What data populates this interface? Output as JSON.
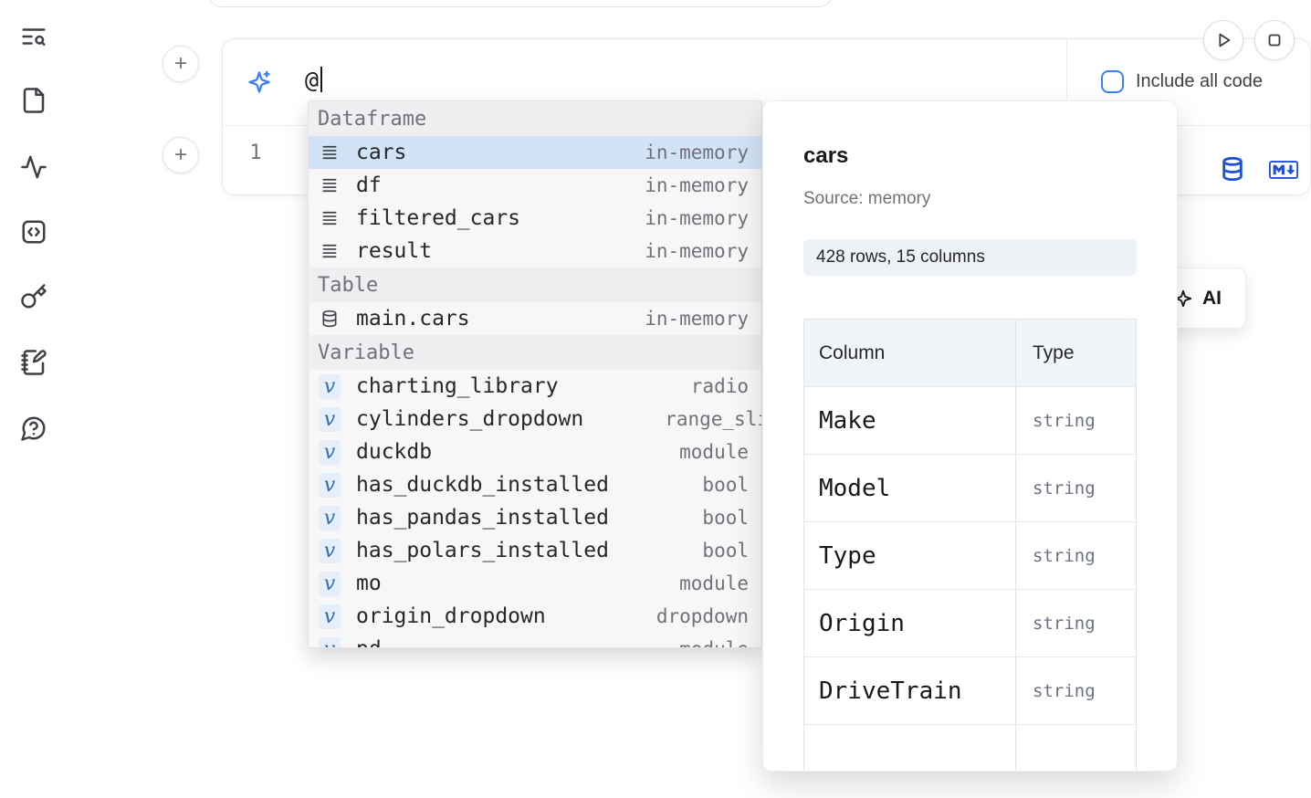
{
  "colors": {
    "accent_blue": "#3b82f6",
    "selection_blue": "#d2e3f6",
    "icon_blue": "#1d4fd8"
  },
  "sidebar": {
    "items": [
      {
        "icon": "toc-search-icon"
      },
      {
        "icon": "file-icon"
      },
      {
        "icon": "activity-icon"
      },
      {
        "icon": "snippets-code-icon"
      },
      {
        "icon": "key-icon"
      },
      {
        "icon": "scratchpad-notebook-icon"
      },
      {
        "icon": "help-chat-icon"
      }
    ]
  },
  "add_cell": {
    "label": "+"
  },
  "run_controls": {
    "play_icon": "run-icon",
    "stop_icon": "stop-icon"
  },
  "prompt": {
    "value": "@",
    "include_all_code_label": "Include all code",
    "include_all_code_checked": false,
    "sparkle_icon": "ai-sparkle-icon"
  },
  "code_cell": {
    "line_number": "1",
    "database_icon": "database-icon",
    "markdown_icon": "markdown-icon"
  },
  "completion": {
    "sections": [
      {
        "label": "Dataframe",
        "items": [
          {
            "icon": "dataframe-icon",
            "label": "cars",
            "detail": "in-memory",
            "selected": true
          },
          {
            "icon": "dataframe-icon",
            "label": "df",
            "detail": "in-memory"
          },
          {
            "icon": "dataframe-icon",
            "label": "filtered_cars",
            "detail": "in-memory"
          },
          {
            "icon": "dataframe-icon",
            "label": "result",
            "detail": "in-memory"
          }
        ]
      },
      {
        "label": "Table",
        "items": [
          {
            "icon": "table-icon",
            "label": "main.cars",
            "detail": "in-memory"
          }
        ]
      },
      {
        "label": "Variable",
        "items": [
          {
            "icon": "variable-icon",
            "label": "charting_library",
            "detail": "radio"
          },
          {
            "icon": "variable-icon",
            "label": "cylinders_dropdown",
            "detail": "range_sli"
          },
          {
            "icon": "variable-icon",
            "label": "duckdb",
            "detail": "module"
          },
          {
            "icon": "variable-icon",
            "label": "has_duckdb_installed",
            "detail": "bool"
          },
          {
            "icon": "variable-icon",
            "label": "has_pandas_installed",
            "detail": "bool"
          },
          {
            "icon": "variable-icon",
            "label": "has_polars_installed",
            "detail": "bool"
          },
          {
            "icon": "variable-icon",
            "label": "mo",
            "detail": "module"
          },
          {
            "icon": "variable-icon",
            "label": "origin_dropdown",
            "detail": "dropdown"
          },
          {
            "icon": "variable-icon",
            "label": "pd",
            "detail": "module"
          }
        ]
      }
    ]
  },
  "preview": {
    "title": "cars",
    "source": "Source: memory",
    "shape_badge": "428 rows, 15 columns",
    "table": {
      "headers": [
        "Column",
        "Type"
      ],
      "rows": [
        {
          "column": "Make",
          "type": "string"
        },
        {
          "column": "Model",
          "type": "string"
        },
        {
          "column": "Type",
          "type": "string"
        },
        {
          "column": "Origin",
          "type": "string"
        },
        {
          "column": "DriveTrain",
          "type": "string"
        }
      ]
    }
  },
  "ai_button": {
    "label": "AI",
    "icon": "ai-sparkle-icon"
  }
}
